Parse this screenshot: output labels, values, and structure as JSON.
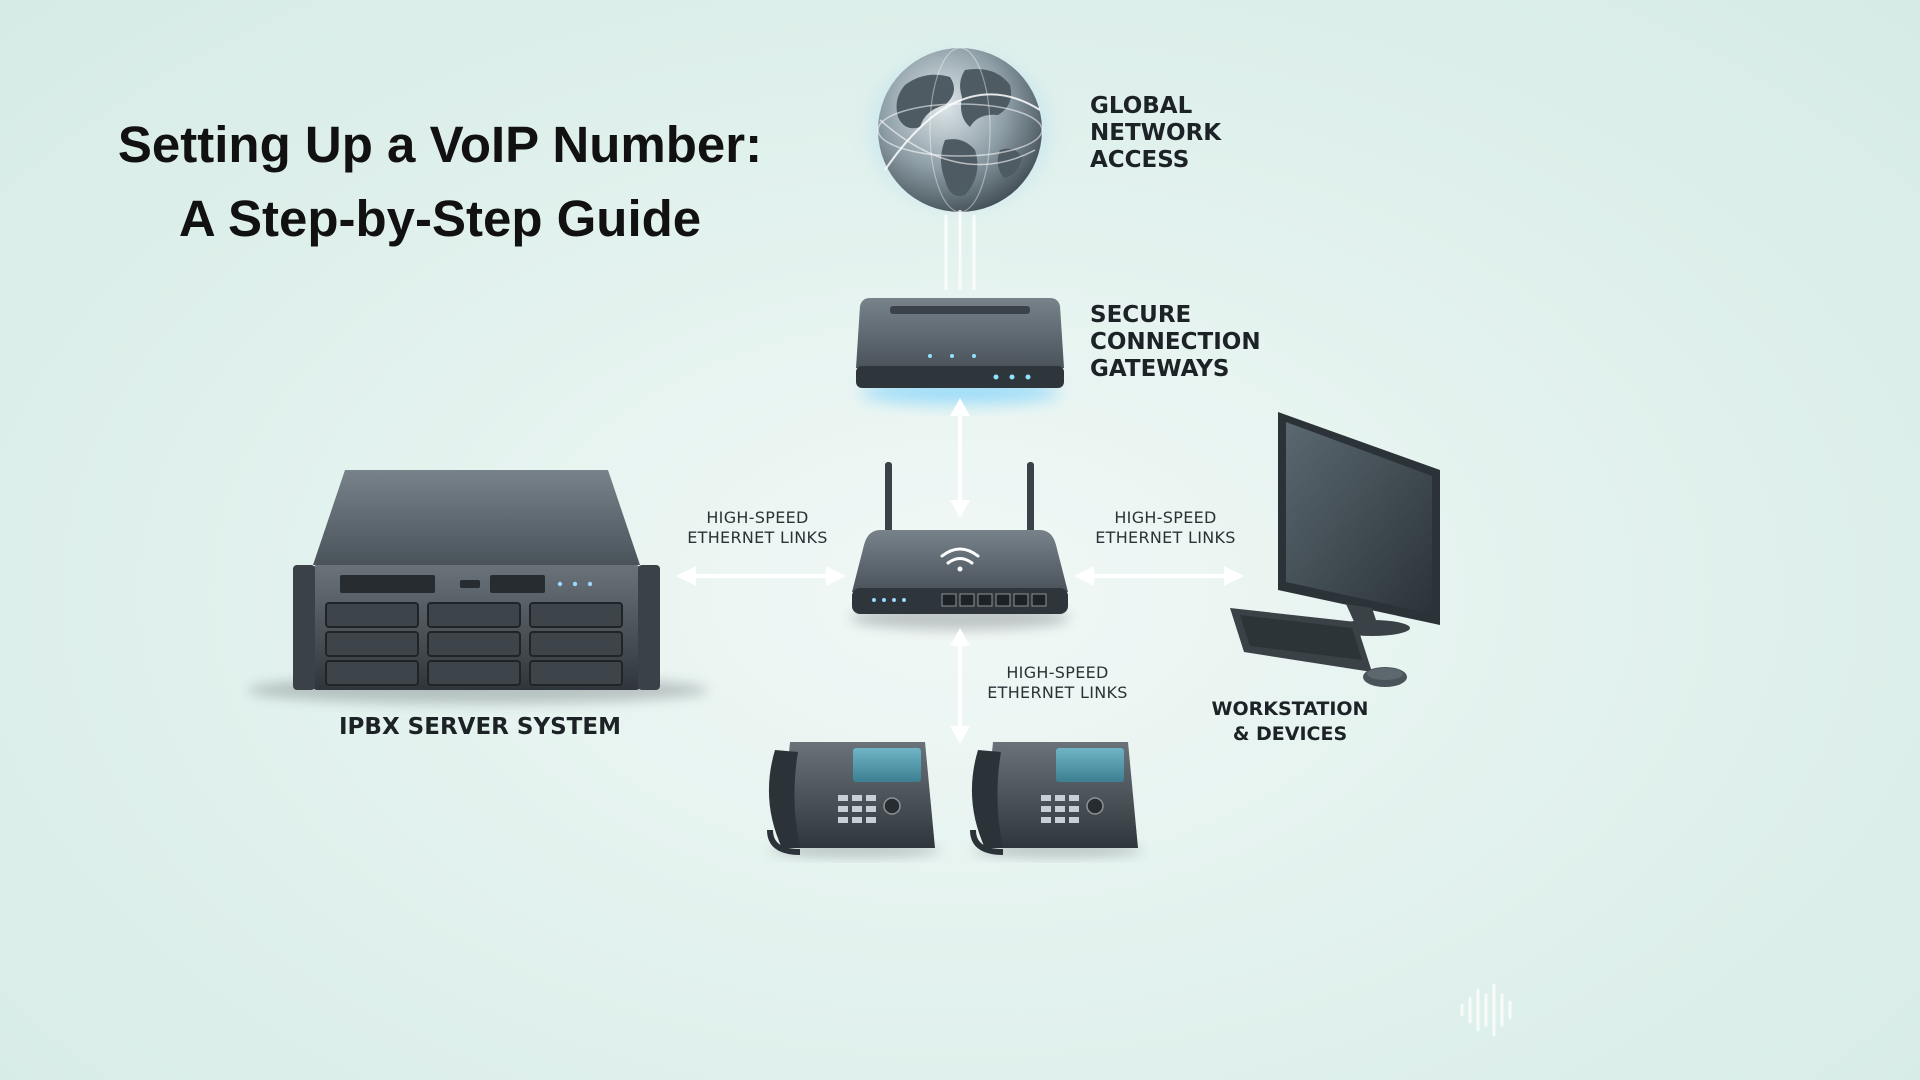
{
  "title": {
    "line1": "Setting Up a VoIP Number:",
    "line2": "A Step-by-Step Guide"
  },
  "nodes": {
    "globe": {
      "label": [
        "GLOBAL",
        "NETWORK",
        "ACCESS"
      ]
    },
    "gateway": {
      "label": [
        "SECURE",
        "CONNECTION",
        "GATEWAYS"
      ]
    },
    "server": {
      "label": "IPBX SERVER SYSTEM"
    },
    "workstation": {
      "label": [
        "WORKSTATION",
        "& DEVICES"
      ]
    }
  },
  "links": {
    "left": [
      "HIGH-SPEED",
      "ETHERNET LINKS"
    ],
    "right": [
      "HIGH-SPEED",
      "ETHERNET LINKS"
    ],
    "bottom": [
      "HIGH-SPEED",
      "ETHERNET LINKS"
    ]
  },
  "colors": {
    "device_body": "#4a535a",
    "device_dark": "#2c3338",
    "arrow": "#ffffff",
    "glow": "#7fd3ff",
    "screen": "#4f8fa3"
  }
}
